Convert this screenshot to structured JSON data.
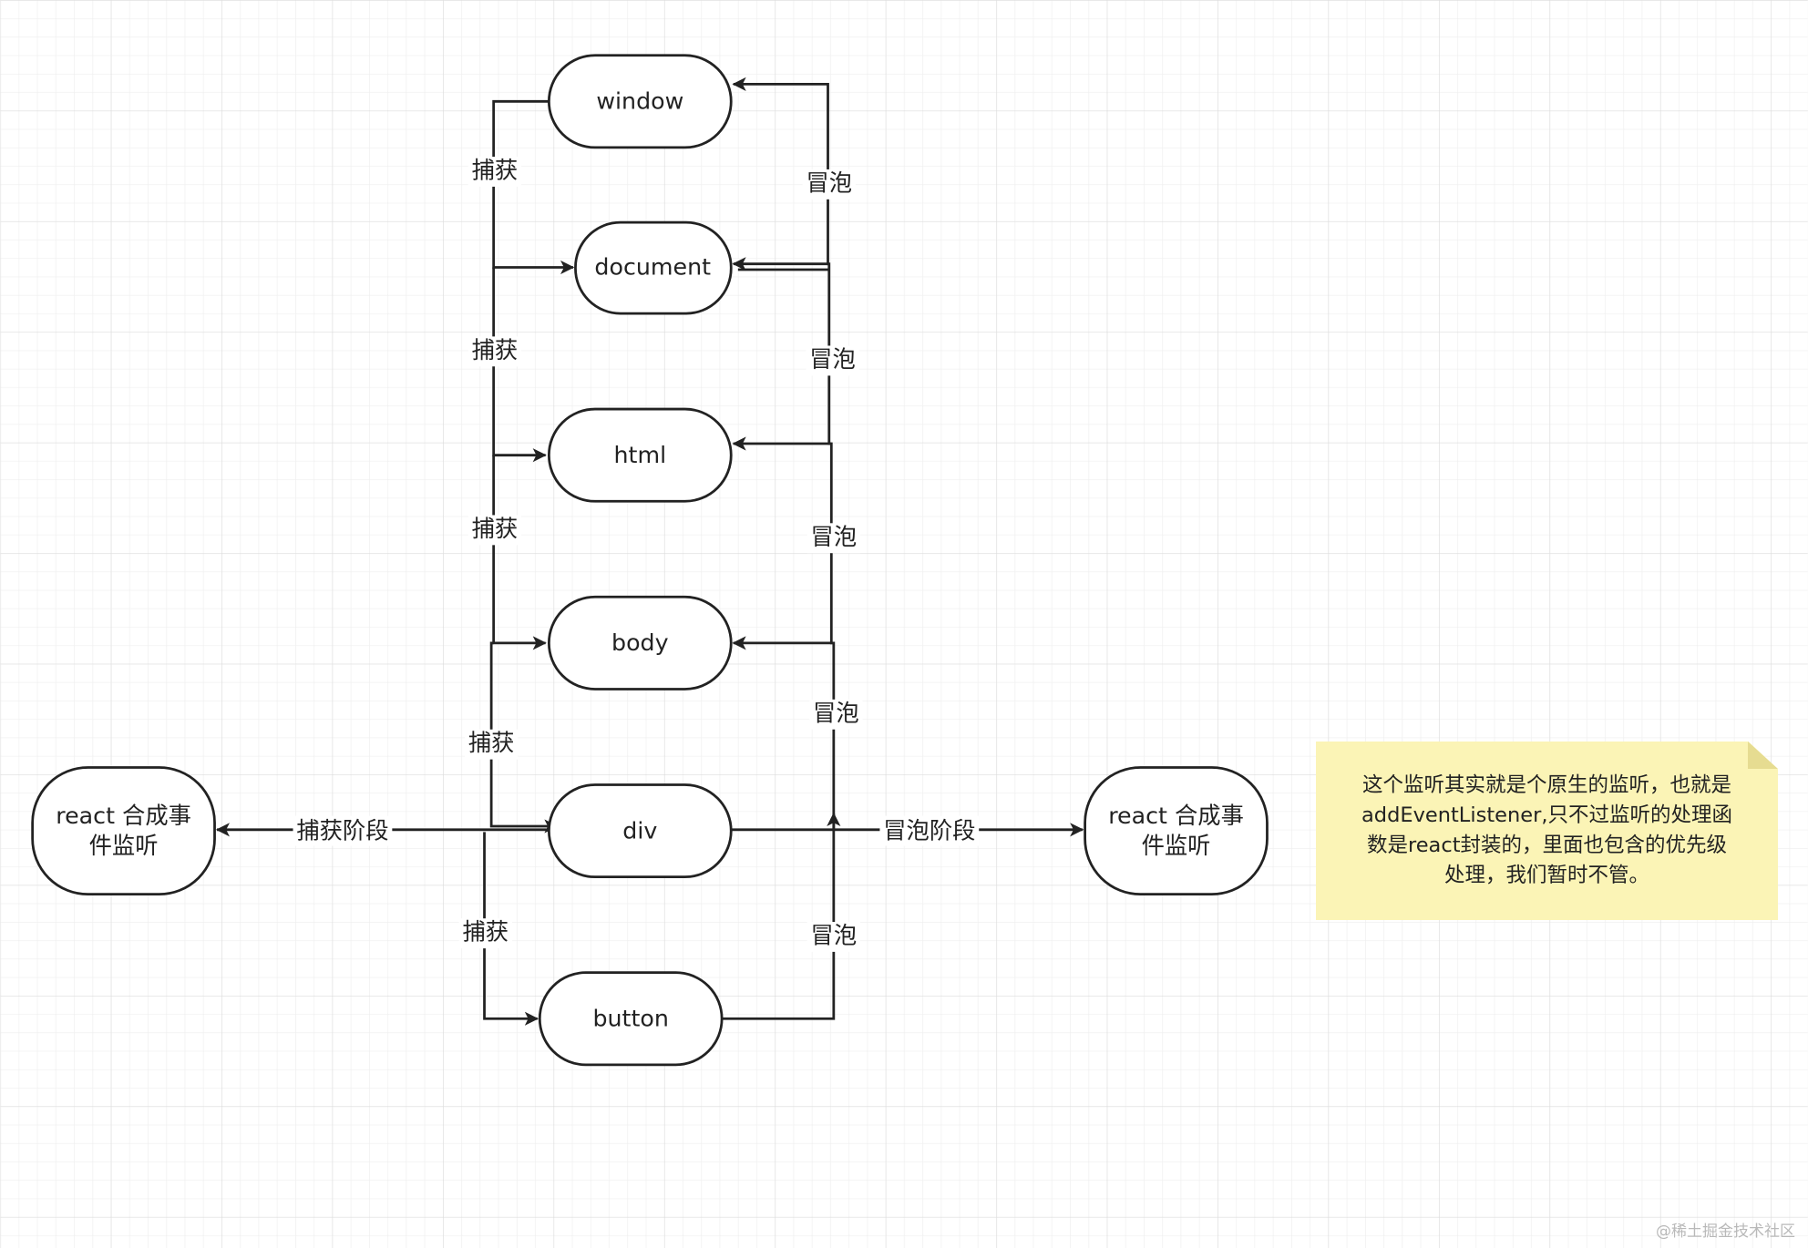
{
  "nodes": {
    "window": "window",
    "document": "document",
    "html": "html",
    "body": "body",
    "div": "div",
    "button": "button",
    "react_left_line1": "react 合成事",
    "react_left_line2": "件监听",
    "react_right_line1": "react 合成事",
    "react_right_line2": "件监听"
  },
  "edge_labels": {
    "capture": "捕获",
    "bubble": "冒泡",
    "capture_phase": "捕获阶段",
    "bubble_phase": "冒泡阶段"
  },
  "note": {
    "line1": "这个监听其实就是个原生的监听，也就是",
    "line2": "addEventListener,只不过监听的处理函",
    "line3": "数是react封装的，里面也包含的优先级",
    "line4": "处理，我们暂时不管。"
  },
  "watermark": "@稀土掘金技术社区"
}
